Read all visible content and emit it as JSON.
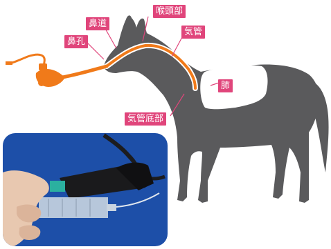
{
  "labels": {
    "nostril": "鼻孔",
    "nasal_passage": "鼻道",
    "pharynx": "喉頭部",
    "trachea": "気管",
    "lung": "肺",
    "lower_trachea": "気管底部"
  },
  "colors": {
    "horse": "#5a5a5c",
    "lung": "#ffffff",
    "endoscope_tube": "#f07a1a",
    "label_bg": "#e0457b",
    "leader_line": "#e0457b",
    "photo_bg": "#1d4fa8"
  },
  "icons": {
    "horse_silhouette": "horse-silhouette-icon",
    "endoscope_photo": "endoscope-photo"
  }
}
